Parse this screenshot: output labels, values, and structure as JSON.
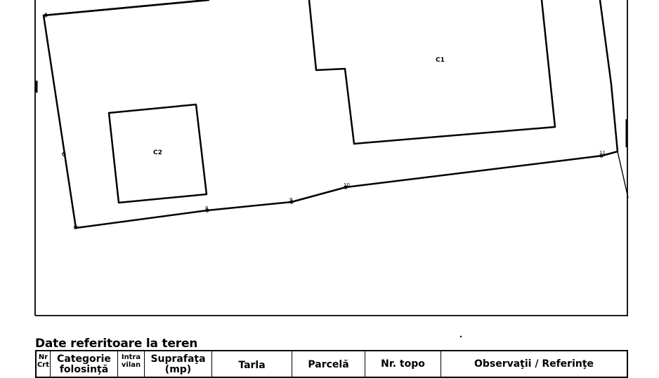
{
  "plan": {
    "buildings": [
      {
        "id": "C1",
        "label": "C1"
      },
      {
        "id": "C2",
        "label": "C2"
      }
    ],
    "points": [
      {
        "id": "p4",
        "label": "4"
      },
      {
        "id": "p6",
        "label": "6"
      },
      {
        "id": "p7",
        "label": "7"
      },
      {
        "id": "p8",
        "label": "8"
      },
      {
        "id": "p9",
        "label": "9"
      },
      {
        "id": "p10",
        "label": "10"
      },
      {
        "id": "p11",
        "label": "11"
      }
    ]
  },
  "section": {
    "title": "Date referitoare la teren"
  },
  "table": {
    "headers": {
      "nr": [
        "Nr",
        "Crt"
      ],
      "categorie": [
        "Categorie",
        "folosinţă"
      ],
      "intra": [
        "Intra",
        "vilan"
      ],
      "suprafata": [
        "Suprafaţa",
        "(mp)"
      ],
      "tarla": "Tarla",
      "parcela": "Parcelă",
      "nr_topo": "Nr. topo",
      "observatii": "Observaţii / Referinţe"
    }
  }
}
